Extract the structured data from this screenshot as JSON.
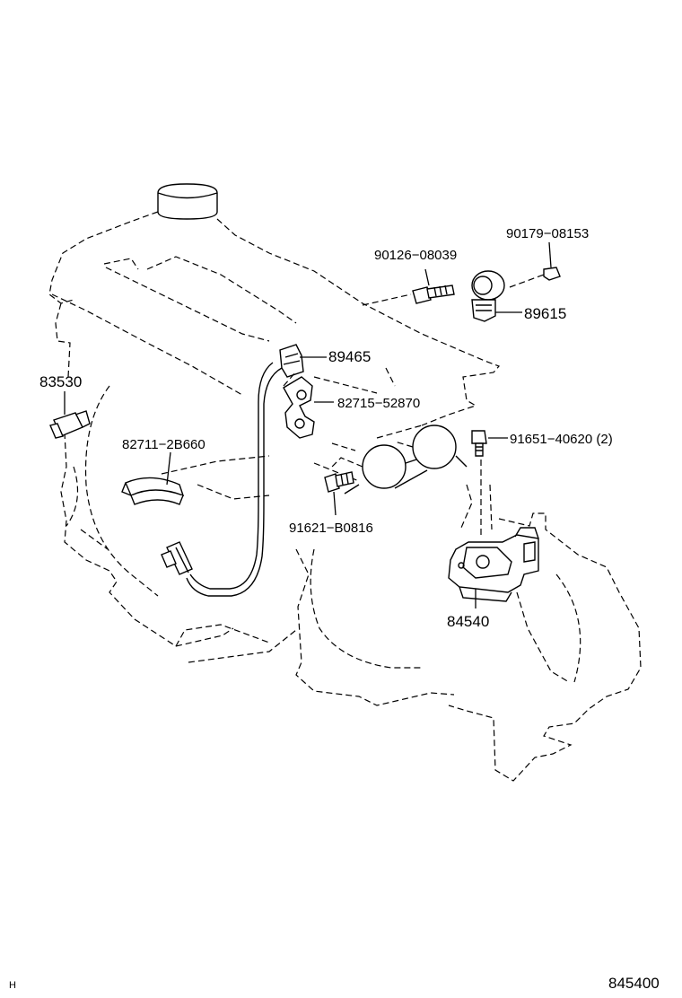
{
  "callouts": {
    "p90179": "90179−08153",
    "p90126": "90126−08039",
    "p89615": "89615",
    "p89465": "89465",
    "p83530": "83530",
    "p82715": "82715−52870",
    "p82711": "82711−2B660",
    "p91651": "91651−40620 (2)",
    "p91621": "91621−B0816",
    "p84540": "84540"
  },
  "footer": {
    "left_mark": "H",
    "diagram_id": "845400"
  }
}
